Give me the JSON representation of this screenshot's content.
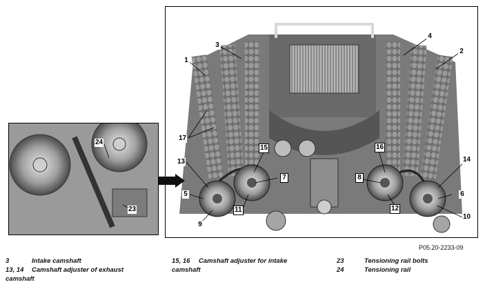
{
  "figure": {
    "callouts": [
      {
        "id": "c1",
        "text": "1"
      },
      {
        "id": "c2",
        "text": "2"
      },
      {
        "id": "c3",
        "text": "3"
      },
      {
        "id": "c4",
        "text": "4"
      },
      {
        "id": "c5",
        "text": "5"
      },
      {
        "id": "c6",
        "text": "6"
      },
      {
        "id": "c7",
        "text": "7"
      },
      {
        "id": "c8",
        "text": "8"
      },
      {
        "id": "c9",
        "text": "9"
      },
      {
        "id": "c10",
        "text": "10"
      },
      {
        "id": "c11",
        "text": "11"
      },
      {
        "id": "c12",
        "text": "12"
      },
      {
        "id": "c13",
        "text": "13"
      },
      {
        "id": "c14",
        "text": "14"
      },
      {
        "id": "c15",
        "text": "15"
      },
      {
        "id": "c16",
        "text": "16"
      },
      {
        "id": "c17",
        "text": "17"
      }
    ],
    "inset_callouts": [
      {
        "id": "c24",
        "text": "24"
      },
      {
        "id": "c23",
        "text": "23"
      }
    ],
    "part_code": "P05.20-2233-09"
  },
  "legend": [
    {
      "num": "3",
      "desc": "Intake camshaft"
    },
    {
      "num": "13, 14",
      "desc": "Camshaft adjuster of exhaust",
      "desc2": "camshaft"
    },
    {
      "num": "15, 16",
      "desc": "Camshaft adjuster for intake",
      "desc2": "camshaft"
    },
    {
      "num": "23",
      "desc": "Tensioning rail bolts"
    },
    {
      "num": "24",
      "desc": "Tensioning rail"
    }
  ]
}
